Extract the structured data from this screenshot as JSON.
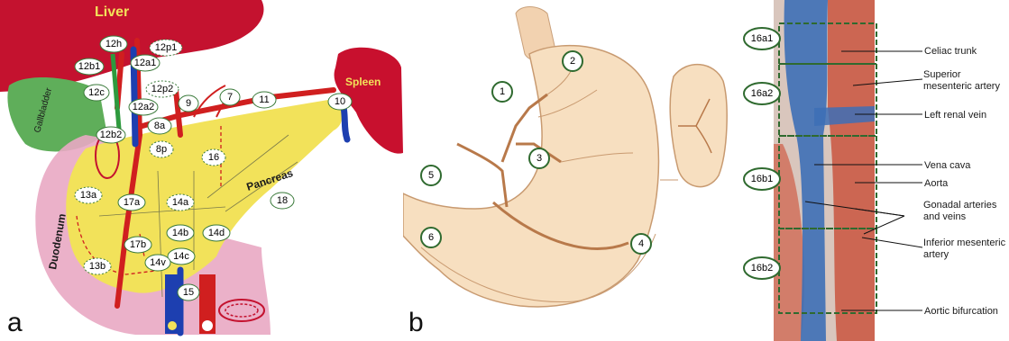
{
  "panel_a": {
    "panel_letter": "a",
    "organs": {
      "liver": "Liver",
      "gallbladder": "Gallbladder",
      "spleen": "Spleen",
      "duodenum": "Duodenum",
      "pancreas": "Pancreas"
    },
    "stations": [
      "12h",
      "12p1",
      "12b1",
      "12a1",
      "12c",
      "12p2",
      "12a2",
      "8a",
      "12b2",
      "8p",
      "7",
      "9",
      "11",
      "10",
      "16",
      "13a",
      "17a",
      "14a",
      "18",
      "14b",
      "14d",
      "17b",
      "14c",
      "14v",
      "13b",
      "15"
    ]
  },
  "panel_b": {
    "panel_letter": "b",
    "stations": [
      "1",
      "2",
      "3",
      "4",
      "5",
      "6"
    ]
  },
  "panel_c": {
    "stations": [
      "16a1",
      "16a2",
      "16b1",
      "16b2"
    ],
    "labels": {
      "celiac": "Celiac trunk",
      "sma": "Superior mesenteric artery",
      "lrv": "Left renal vein",
      "vena_cava": "Vena cava",
      "aorta": "Aorta",
      "gonadal": "Gonadal arteries and veins",
      "ima": "Inferior mesenteric artery",
      "bifurcation": "Aortic bifurcation"
    }
  },
  "colors": {
    "liver": "#c4122f",
    "spleen": "#c8102e",
    "gallbladder": "#5fae5a",
    "pancreas": "#f2e25a",
    "duodenum": "#e9a9c3",
    "artery": "#d01f1f",
    "vein": "#1d3fb0",
    "stomach": "#f7dfc0",
    "vena_cava_blue": "#3d6fb6",
    "aorta_red": "#c9553f",
    "box_border": "#2f6a2f"
  }
}
